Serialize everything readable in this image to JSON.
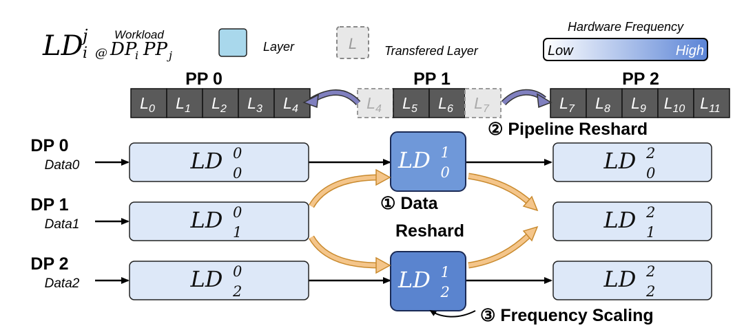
{
  "legend": {
    "notation_base": "LD",
    "notation_sup": "j",
    "notation_sub": "i",
    "notation_at": "@",
    "notation_dp": "DP",
    "notation_dp_sub": "i",
    "notation_pp": "PP",
    "notation_pp_sub": "j",
    "workload": "Workload",
    "layer": "Layer",
    "transferred_symbol": "L",
    "transferred": "Transfered Layer",
    "hw_title": "Hardware Frequency",
    "hw_low": "Low",
    "hw_high": "High",
    "colors": {
      "layer_fill": "#a9d8ec",
      "hw_low": "#ffffff",
      "hw_high": "#5b84d6"
    }
  },
  "pp": [
    {
      "title": "PP 0",
      "layers": [
        "0",
        "1",
        "2",
        "3",
        "4"
      ]
    },
    {
      "title": "PP 1",
      "transferred_left": "4",
      "layers": [
        "5",
        "6"
      ],
      "transferred_right": "7"
    },
    {
      "title": "PP 2",
      "layers": [
        "7",
        "8",
        "9",
        "10",
        "11"
      ]
    }
  ],
  "dp": [
    {
      "label": "DP 0",
      "data": "Data0"
    },
    {
      "label": "DP 1",
      "data": "Data1"
    },
    {
      "label": "DP 2",
      "data": "Data2"
    }
  ],
  "workloads": {
    "base": "LD",
    "col0": [
      {
        "sup": "0",
        "sub": "0"
      },
      {
        "sup": "0",
        "sub": "1"
      },
      {
        "sup": "0",
        "sub": "2"
      }
    ],
    "col1": [
      {
        "sup": "1",
        "sub": "0"
      },
      {
        "sup": "1",
        "sub": "2"
      }
    ],
    "col2": [
      {
        "sup": "2",
        "sub": "0"
      },
      {
        "sup": "2",
        "sub": "1"
      },
      {
        "sup": "2",
        "sub": "2"
      }
    ]
  },
  "annotations": {
    "pipeline": "② Pipeline Reshard",
    "data_line1": "① Data",
    "data_line2": "Reshard",
    "frequency": "③ Frequency Scaling"
  },
  "colors": {
    "pale_box": "#dde8f8",
    "dark_box": "#6f98d9",
    "dark_box_lower": "#5a84cf",
    "pp_block": "#5a5a5a",
    "transferred": "#e8e8e8",
    "orange_arrow": "#f4c58a",
    "orange_edge": "#c98a2e",
    "purple_arrow": "#8080bf"
  }
}
